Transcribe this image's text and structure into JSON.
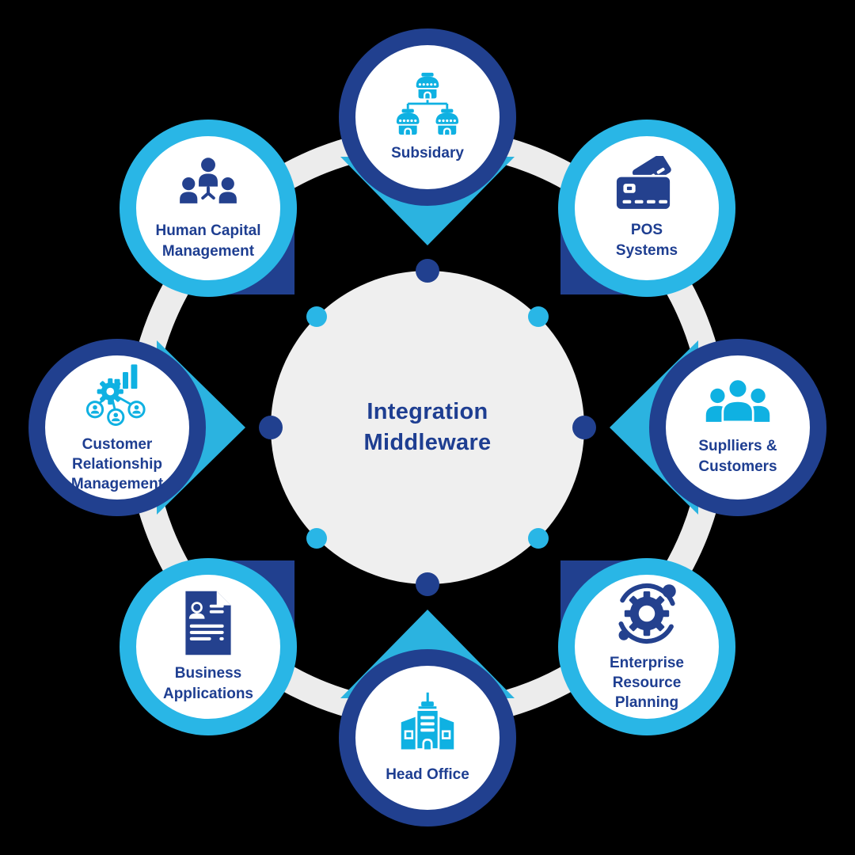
{
  "diagram": {
    "type": "hub-and-spoke integration diagram",
    "background": "#000000",
    "colors": {
      "navy": "#21408f",
      "cyan": "#29b6e6",
      "icon_cyan": "#0fb1e2",
      "icon_navy": "#24418e",
      "text_navy": "#1e3e91",
      "center_fill": "#efefef",
      "ring_gray": "#ececec",
      "bubble_fill": "#ffffff"
    }
  },
  "center": {
    "title": "Integration\nMiddleware"
  },
  "nodes": [
    {
      "label": "Subsidary",
      "position": "top",
      "ring_color": "navy",
      "pointer": "cyan-triangle-down",
      "icon": "store-network-icon"
    },
    {
      "label": "POS\nSystems",
      "position": "top-right",
      "ring_color": "cyan",
      "pointer": "navy-square",
      "icon": "credit-card-icon"
    },
    {
      "label": "Suplliers &\nCustomers",
      "position": "right",
      "ring_color": "navy",
      "pointer": "cyan-triangle-left",
      "icon": "people-group-icon"
    },
    {
      "label": "Enterprise\nResource\nPlanning",
      "position": "bottom-right",
      "ring_color": "cyan",
      "pointer": "navy-square",
      "icon": "gear-orbit-icon"
    },
    {
      "label": "Head Office",
      "position": "bottom",
      "ring_color": "navy",
      "pointer": "cyan-triangle-up",
      "icon": "office-building-icon"
    },
    {
      "label": "Business\nApplications",
      "position": "bottom-left",
      "ring_color": "cyan",
      "pointer": "navy-square",
      "icon": "document-profile-icon"
    },
    {
      "label": "Customer\nRelationship\nManagement",
      "position": "left",
      "ring_color": "navy",
      "pointer": "cyan-triangle-right",
      "icon": "chart-gear-people-icon"
    },
    {
      "label": "Human Capital\nManagement",
      "position": "top-left",
      "ring_color": "cyan",
      "pointer": "navy-square",
      "icon": "people-hierarchy-icon"
    }
  ]
}
